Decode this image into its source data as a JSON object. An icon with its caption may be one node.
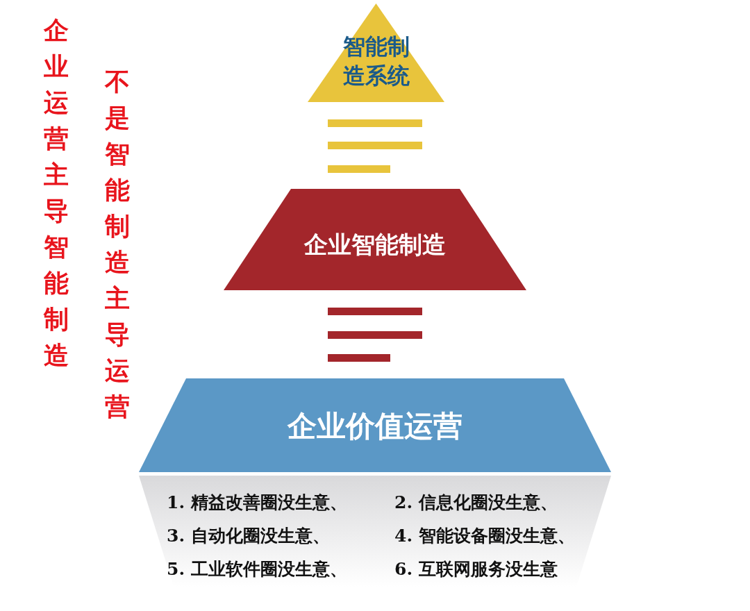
{
  "diagram": {
    "nodes": [
      {
        "text": [
          "智能制造系统"
        ]
      },
      {
        "text": [
          "企业智能制造"
        ]
      },
      {
        "text": [
          "企业价值运营"
        ]
      },
      {
        "text": [
          "1. 精益改善圈没生意、",
          "2. 信息化圈没生意、",
          "3. 自动化圈没生意、",
          "4. 智能设备圈没生意、",
          "5. 工业软件圈没生意、",
          "6. 互联网服务没生意"
        ]
      }
    ],
    "labels": [
      "企业运营主导智能制造",
      "不是智能制造主导运营"
    ]
  }
}
